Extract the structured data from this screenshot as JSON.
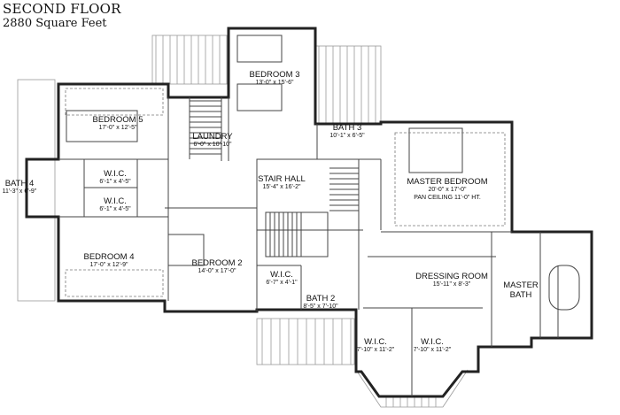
{
  "header": {
    "title": "SECOND FLOOR",
    "subtitle": "2880 Square Feet"
  },
  "rooms": [
    {
      "name": "BEDROOM 3",
      "dims": "13'-0\" x 15'-6\""
    },
    {
      "name": "BEDROOM 5",
      "dims": "17'-0\" x 12'-5\""
    },
    {
      "name": "LAUNDRY",
      "dims": "6'-0\" x 10'-10\""
    },
    {
      "name": "BATH 3",
      "dims": "10'-1\" x 6'-5\""
    },
    {
      "name": "W.I.C.",
      "dims": "6'-1\" x 4'-5\""
    },
    {
      "name": "W.I.C.",
      "dims": "6'-1\" x 4'-5\""
    },
    {
      "name": "BATH 4",
      "dims": "11'-3\" x 6'-9\""
    },
    {
      "name": "STAIR HALL",
      "dims": "15'-4\" x 16'-2\""
    },
    {
      "name": "MASTER BEDROOM",
      "dims": "20'-0\" x 17'-0\"",
      "note": "PAN CEILING 11'-0\" HT."
    },
    {
      "name": "BEDROOM 4",
      "dims": "17'-0\" x 12'-9\""
    },
    {
      "name": "BEDROOM 2",
      "dims": "14'-0\" x 17'-0\""
    },
    {
      "name": "W.I.C.",
      "dims": "6'-7\" x 4'-1\""
    },
    {
      "name": "BATH 2",
      "dims": "8'-5\" x 7'-10\""
    },
    {
      "name": "DRESSING ROOM",
      "dims": "15'-11\" x 8'-3\""
    },
    {
      "name": "MASTER",
      "dims": "BATH"
    },
    {
      "name": "W.I.C.",
      "dims": "7'-10\" x 11'-2\""
    },
    {
      "name": "W.I.C.",
      "dims": "7'-10\" x 11'-2\""
    }
  ]
}
